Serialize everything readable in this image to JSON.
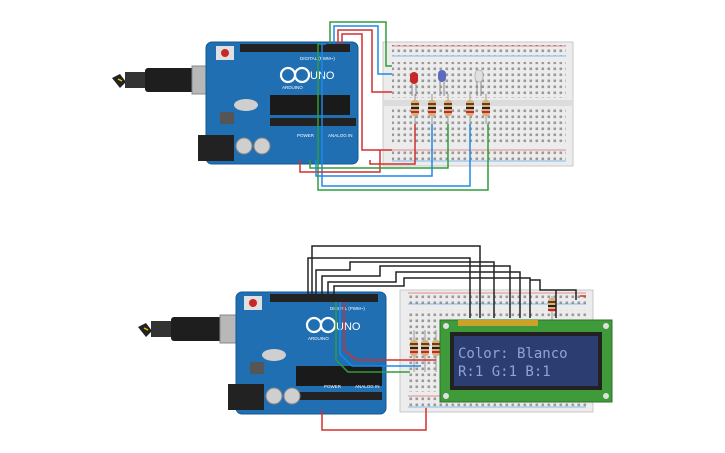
{
  "circuit_top": {
    "board": {
      "logo": "ARDUINO",
      "model": "UNO",
      "digital_label": "DIGITAL (PWM~)",
      "power_label": "POWER",
      "analog_label": "ANALOG IN"
    },
    "leds": [
      {
        "name": "red-led",
        "color": "#c62828"
      },
      {
        "name": "blue-led",
        "color": "#5c6bc0"
      },
      {
        "name": "clear-led",
        "color": "#e0e0e0"
      }
    ]
  },
  "circuit_bottom": {
    "board": {
      "logo": "ARDUINO",
      "model": "UNO",
      "digital_label": "DIGITAL (PWM~)",
      "power_label": "POWER",
      "analog_label": "ANALOG IN"
    },
    "lcd": {
      "line1": "Color: Blanco",
      "line2": "R:1 G:1 B:1"
    }
  },
  "colors": {
    "board": "#1f6fb2",
    "board_dark": "#155a94",
    "breadboard": "#ececec",
    "wire_red": "#d32f2f",
    "wire_green": "#2e9d3a",
    "wire_blue": "#1e88e5",
    "wire_black": "#222222",
    "lcd_screen": "#2c3d72",
    "lcd_text": "#8fa3d8",
    "lcd_pcb": "#3f9b3a"
  }
}
